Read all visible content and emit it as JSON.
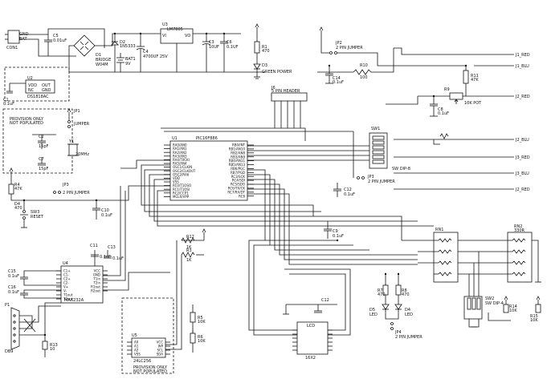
{
  "labels": {
    "conn1": "CON1",
    "gnd": "GND",
    "bat": "BAT",
    "c5": "C5",
    "c5v": "0.01uF",
    "d1": "D1",
    "bridge": "BRIDGE",
    "w04m": "W04M",
    "u3": "U3",
    "lm7805": "LM7805",
    "vi": "VI",
    "vo": "VO",
    "d2": "D2",
    "d1n5333": "1N5333",
    "bat1": "BAT1",
    "bat1v": "9V",
    "c4": "C4",
    "c4v": "4700UF 25V",
    "c3": "C3",
    "c3v": "10UF",
    "c6": "C6",
    "c6v": "0.1UF",
    "r1": "R1",
    "r1v": "470",
    "d3": "D3",
    "powerled": "GREEN POWER",
    "jp2": "JP2",
    "jumper2pin": "2 PIN JUMPER",
    "c14": "C14",
    "c14v": "0.1uF",
    "r10": "R10",
    "r10v": "100",
    "j1red": "J1_RED",
    "j1blu": "J1_BLU",
    "j2red": "J2_RED",
    "j2blu": "J2_BLU",
    "j3red": "J3_RED",
    "j3blu": "J3_BLU",
    "r11": "R11",
    "r11v": "47K",
    "r9": "R9",
    "r9v": "10K POT",
    "c8": "C8",
    "c8v": "0.1uF",
    "u2": "U2",
    "vdd": "VDD",
    "out": "OUT",
    "nc": "NC",
    "gnd2": "GND",
    "u2part": "DS1818AC",
    "c1": "C1",
    "c1v": "0.1uF",
    "promo1": "PROVISION ONLY\nNOT POPULATED",
    "jp1": "JP1",
    "jumper": "JUMPER",
    "c2": "C2",
    "c2v": "15pF",
    "y1": "Y1",
    "y1v": "20MHz",
    "c7": "C7",
    "c7v": "15pF",
    "j6": "J6",
    "j6v": "5 PIN HEADER",
    "u1": "U1",
    "pic": "PIC16F886",
    "pins_left": [
      "RA0/AN0",
      "RA1/AN1",
      "RA2/AN2",
      "RA3/AN3",
      "RA4/T0CKI",
      "RA5/AN4",
      "OSC1/CLKIN",
      "OSC2/CLKOUT",
      "OSC2/RA6",
      "VDD",
      "VSS",
      "RC0/T1OSO",
      "RC1/T1OSI",
      "RC2/CCP1",
      "MCLR/VPP"
    ],
    "pins_right": [
      "RB0/INT",
      "RB1/AN10",
      "RB2/AN8",
      "RB3/AN9",
      "RB4/AN11",
      "RB5/AN13",
      "RB6/PGC",
      "RB7/PGD",
      "RC3/SCK",
      "RC4/SDI",
      "RC5/SDO",
      "RC6/TX/CK",
      "RC7/RX/DT",
      "RC6"
    ],
    "sw1": "SW1",
    "sw1v": "SW DIP-8",
    "jp3": "JP3",
    "c12": "C12",
    "c12v": "0.1uF",
    "r4": "R4",
    "r4v": "47K",
    "d4": "D4",
    "d4v": "470",
    "sw3": "SW3",
    "sw3v": "RESET",
    "c10": "C10",
    "c10v": "0.1uF",
    "c9": "C9",
    "c9v": "0.1uF",
    "r12": "R12",
    "r12v": "1K",
    "r3": "R3",
    "r3v": "1K",
    "c11": "C11",
    "c11v": "0.1uF",
    "c13": "C13",
    "c13v": "0.1uF",
    "u4": "U4",
    "max": "MAX232A",
    "maxpins": [
      "C1+",
      "C1-",
      "C2+",
      "C2-",
      "V+",
      "V-",
      "T1out",
      "T2out",
      "R1in",
      "R2in"
    ],
    "maxpins_r": [
      "VCC",
      "GND",
      "T1in",
      "T2in",
      "R1out",
      "R2out"
    ],
    "c15": "C15",
    "c15v": "0.1uF",
    "c16": "C16",
    "c16v": "0.1uF",
    "p1": "P1",
    "db9": "DB9",
    "r13": "R13",
    "r13v": "10",
    "u5": "U5",
    "eeprom": "24LC256",
    "eepins": [
      "A0",
      "A1",
      "A2",
      "VSS",
      "VCC",
      "WP",
      "SCL",
      "SDA"
    ],
    "promo2": "PROVISION ONLY\nNOT POPULATED",
    "r5": "R5",
    "r5v": "10K",
    "r6": "R6",
    "r6v": "10K",
    "lcd": "LCD",
    "lcdpart": "16X2",
    "c12b": "C12",
    "r7": "R7",
    "r7v": "470",
    "r8": "R8",
    "r8v": "470",
    "d5": "D5",
    "d5v": "LED",
    "d6": "D4",
    "d6v": "LED",
    "jp4": "JP4",
    "rn1": "RN1",
    "rn2": "RN2",
    "rn2v": "330R",
    "sw2": "SW2",
    "sw2v": "SW DIP-4",
    "r14": "R14",
    "r14v": "10K",
    "r15": "R15",
    "r15v": "10K"
  }
}
